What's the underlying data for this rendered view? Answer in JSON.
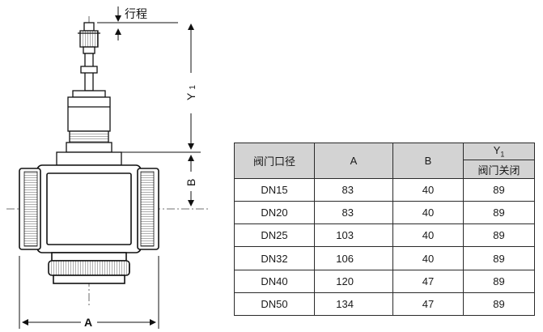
{
  "diagram": {
    "stroke_label": "行程",
    "label_y1": "Y",
    "label_y1_sub": "1",
    "label_b": "B",
    "label_a": "A"
  },
  "table": {
    "headers": {
      "size": "阀门口径",
      "a": "A",
      "b": "B",
      "y1": "Y",
      "y1_sub": "1",
      "y1_sub_header": "阀门关闭"
    },
    "rows": [
      {
        "size": "DN15",
        "a": "83",
        "b": "40",
        "y1": "89"
      },
      {
        "size": "DN20",
        "a": "83",
        "b": "40",
        "y1": "89"
      },
      {
        "size": "DN25",
        "a": "103",
        "b": "40",
        "y1": "89"
      },
      {
        "size": "DN32",
        "a": "106",
        "b": "40",
        "y1": "89"
      },
      {
        "size": "DN40",
        "a": "120",
        "b": "47",
        "y1": "89"
      },
      {
        "size": "DN50",
        "a": "134",
        "b": "47",
        "y1": "89"
      }
    ]
  }
}
